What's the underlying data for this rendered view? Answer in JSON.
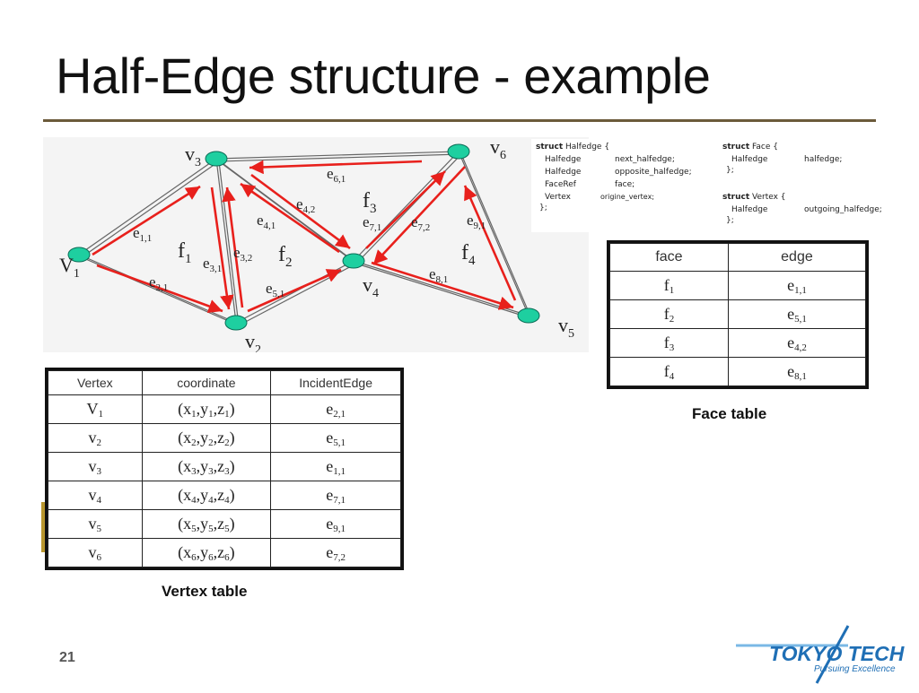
{
  "title": "Half-Edge structure - example",
  "page_number": "21",
  "captions": {
    "face_table": "Face table",
    "vertex_table": "Vertex table"
  },
  "code": {
    "halfedge_struct": {
      "head": [
        "struct",
        "Halfedge {"
      ],
      "fields": [
        [
          "Halfedge",
          "next_halfedge;"
        ],
        [
          "Halfedge",
          "opposite_halfedge;"
        ],
        [
          "FaceRef",
          "face;"
        ],
        [
          "Vertex",
          "origine_vertex;"
        ]
      ],
      "close": "};"
    },
    "face_struct": {
      "head": [
        "struct",
        "Face {"
      ],
      "fields": [
        [
          "Halfedge",
          "halfedge;"
        ]
      ],
      "close": "};"
    },
    "vertex_struct": {
      "head": [
        "struct",
        "Vertex {"
      ],
      "fields": [
        [
          "Halfedge",
          "outgoing_halfedge;"
        ]
      ],
      "close": "};"
    }
  },
  "diagram": {
    "vertices": [
      {
        "id": "v1",
        "base": "V",
        "sub": "1"
      },
      {
        "id": "v2",
        "base": "v",
        "sub": "2"
      },
      {
        "id": "v3",
        "base": "v",
        "sub": "3"
      },
      {
        "id": "v4",
        "base": "v",
        "sub": "4"
      },
      {
        "id": "v5",
        "base": "v",
        "sub": "5"
      },
      {
        "id": "v6",
        "base": "v",
        "sub": "6"
      }
    ],
    "faces": [
      {
        "base": "f",
        "sub": "1"
      },
      {
        "base": "f",
        "sub": "2"
      },
      {
        "base": "f",
        "sub": "3"
      },
      {
        "base": "f",
        "sub": "4"
      }
    ],
    "halfedges": [
      {
        "base": "e",
        "sub": "1,1",
        "from": "v1",
        "to": "v3"
      },
      {
        "base": "e",
        "sub": "2,1",
        "from": "v1",
        "to": "v2"
      },
      {
        "base": "e",
        "sub": "3,1",
        "from": "v3",
        "to": "v2"
      },
      {
        "base": "e",
        "sub": "3,2",
        "from": "v2",
        "to": "v3"
      },
      {
        "base": "e",
        "sub": "4,1",
        "from": "v4",
        "to": "v3"
      },
      {
        "base": "e",
        "sub": "4,2",
        "from": "v3",
        "to": "v4"
      },
      {
        "base": "e",
        "sub": "5,1",
        "from": "v2",
        "to": "v4"
      },
      {
        "base": "e",
        "sub": "6,1",
        "from": "v6",
        "to": "v3"
      },
      {
        "base": "e",
        "sub": "7,1",
        "from": "v4",
        "to": "v6"
      },
      {
        "base": "e",
        "sub": "7,2",
        "from": "v6",
        "to": "v4"
      },
      {
        "base": "e",
        "sub": "8,1",
        "from": "v4",
        "to": "v5"
      },
      {
        "base": "e",
        "sub": "9,1",
        "from": "v5",
        "to": "v6"
      }
    ]
  },
  "face_table": {
    "headers": [
      "face",
      "edge"
    ],
    "rows": [
      {
        "face": {
          "b": "f",
          "s": "1"
        },
        "edge": {
          "b": "e",
          "s": "1,1"
        }
      },
      {
        "face": {
          "b": "f",
          "s": "2"
        },
        "edge": {
          "b": "e",
          "s": "5,1"
        }
      },
      {
        "face": {
          "b": "f",
          "s": "3"
        },
        "edge": {
          "b": "e",
          "s": "4,2"
        }
      },
      {
        "face": {
          "b": "f",
          "s": "4"
        },
        "edge": {
          "b": "e",
          "s": "8,1"
        }
      }
    ]
  },
  "vertex_table": {
    "headers": [
      "Vertex",
      "coordinate",
      "IncidentEdge"
    ],
    "rows": [
      {
        "vertex": {
          "b": "V",
          "s": "1"
        },
        "coord": [
          "(x",
          "1",
          ",y",
          "1",
          ",z",
          "1",
          ")"
        ],
        "edge": {
          "b": "e",
          "s": "2,1"
        }
      },
      {
        "vertex": {
          "b": "v",
          "s": "2"
        },
        "coord": [
          "(x",
          "2",
          ",y",
          "2",
          ",z",
          "2",
          ")"
        ],
        "edge": {
          "b": "e",
          "s": "5,1"
        }
      },
      {
        "vertex": {
          "b": "v",
          "s": "3"
        },
        "coord": [
          "(x",
          "3",
          ",y",
          "3",
          ",z",
          "3",
          ")"
        ],
        "edge": {
          "b": "e",
          "s": "1,1"
        }
      },
      {
        "vertex": {
          "b": "v",
          "s": "4"
        },
        "coord": [
          "(x",
          "4",
          ",y",
          "4",
          ",z",
          "4",
          ")"
        ],
        "edge": {
          "b": "e",
          "s": "7,1"
        }
      },
      {
        "vertex": {
          "b": "v",
          "s": "5"
        },
        "coord": [
          "(x",
          "5",
          ",y",
          "5",
          ",z",
          "5",
          ")"
        ],
        "edge": {
          "b": "e",
          "s": "9,1"
        }
      },
      {
        "vertex": {
          "b": "v",
          "s": "6"
        },
        "coord": [
          "(x",
          "6",
          ",y",
          "6",
          ",z",
          "6",
          ")"
        ],
        "edge": {
          "b": "e",
          "s": "7,2"
        }
      }
    ]
  },
  "logo": {
    "name": "TOKYO TECH",
    "tagline": "Pursuing Excellence",
    "color": "#1f6fb5"
  },
  "colors": {
    "vertex_fill": "#1ecfa0",
    "arrow": "#e8201c",
    "edge": "#666666",
    "rule": "#6b5a3a"
  }
}
